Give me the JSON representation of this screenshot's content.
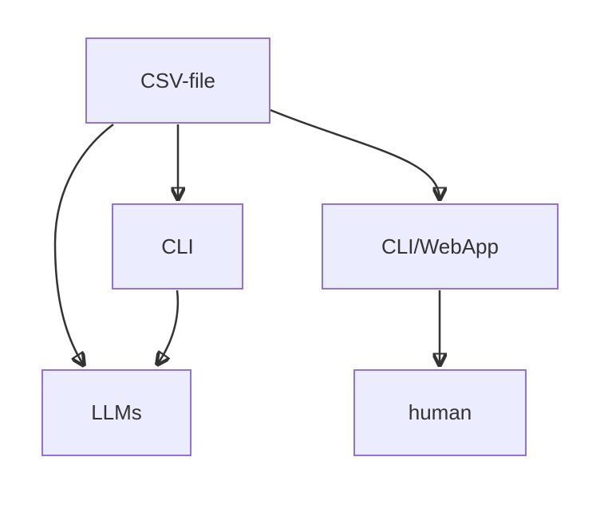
{
  "diagram": {
    "type": "flowchart",
    "direction": "top-down",
    "background_color": "#ffffff",
    "node_style": {
      "fill": "#ECECFF",
      "border": "#9370DB",
      "text_color": "#333333"
    },
    "edge_style": {
      "color": "#333333",
      "arrowhead": "filled-triangle"
    },
    "nodes": [
      {
        "id": "csv-file",
        "label": "CSV-file"
      },
      {
        "id": "cli",
        "label": "CLI"
      },
      {
        "id": "cli-webapp",
        "label": "CLI/WebApp"
      },
      {
        "id": "llms",
        "label": "LLMs"
      },
      {
        "id": "human",
        "label": "human"
      }
    ],
    "edges": [
      {
        "from": "CSV-file",
        "to": "CLI"
      },
      {
        "from": "CSV-file",
        "to": "LLMs"
      },
      {
        "from": "CSV-file",
        "to": "CLI/WebApp"
      },
      {
        "from": "CLI",
        "to": "LLMs"
      },
      {
        "from": "CLI/WebApp",
        "to": "human"
      }
    ]
  }
}
